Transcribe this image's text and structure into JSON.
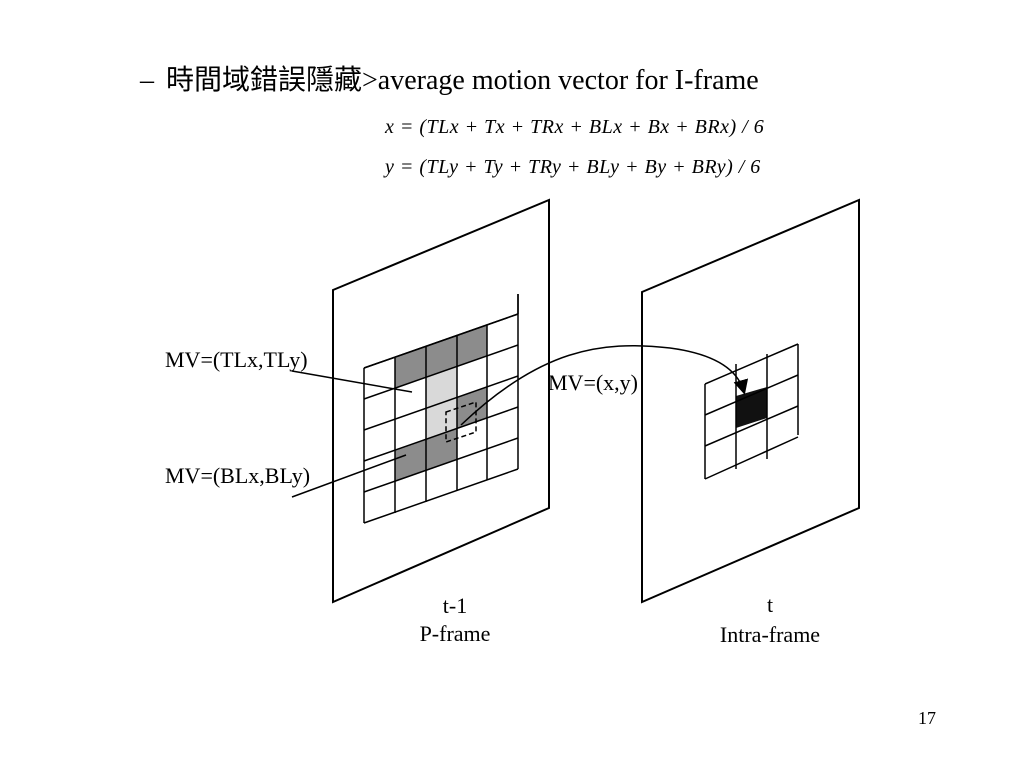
{
  "heading": {
    "dash": "–",
    "chinese": "時間域錯誤隱藏",
    "english": ">average motion vector for I-frame"
  },
  "equations": {
    "x": "x = (TLx + Tx + TRx + BLx + Bx + BRx) / 6",
    "y": "y = (TLy + Ty + TRy + BLy + By + BRy) / 6"
  },
  "labels": {
    "mv_tl": "MV=(TLx,TLy)",
    "mv_bl": "MV=(BLx,BLy)",
    "mv_xy": "MV=(x,y)",
    "pframe_time": "t-1",
    "pframe_name": "P-frame",
    "iframe_time": "t",
    "iframe_name": "Intra-frame"
  },
  "colors": {
    "dark_block": "#8c8c8c",
    "lost_block": "#d9d9d9",
    "target_block": "#111111"
  },
  "page_number": "17"
}
